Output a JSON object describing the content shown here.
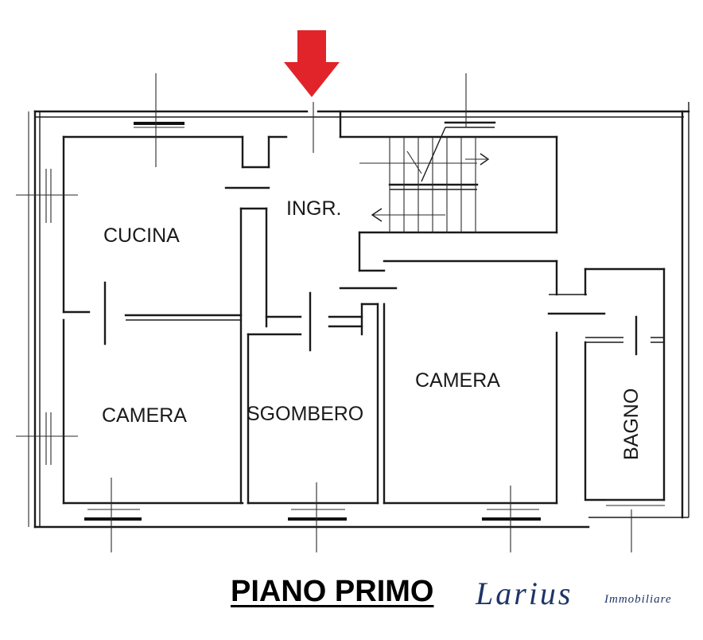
{
  "rooms": {
    "ingresso": "INGR.",
    "cucina": "CUCINA",
    "camera_left": "CAMERA",
    "sgombero": "SGOMBERO",
    "camera_right": "CAMERA",
    "bagno": "BAGNO"
  },
  "footer": {
    "title": "PIANO PRIMO",
    "brand": "Larius",
    "brand_sub": "Immobiliare"
  },
  "colors": {
    "entrance_arrow": "#e0242a",
    "brand": "#1f3566",
    "walls": "#1a1a1a"
  },
  "icons": [
    "entrance-arrow-icon"
  ]
}
